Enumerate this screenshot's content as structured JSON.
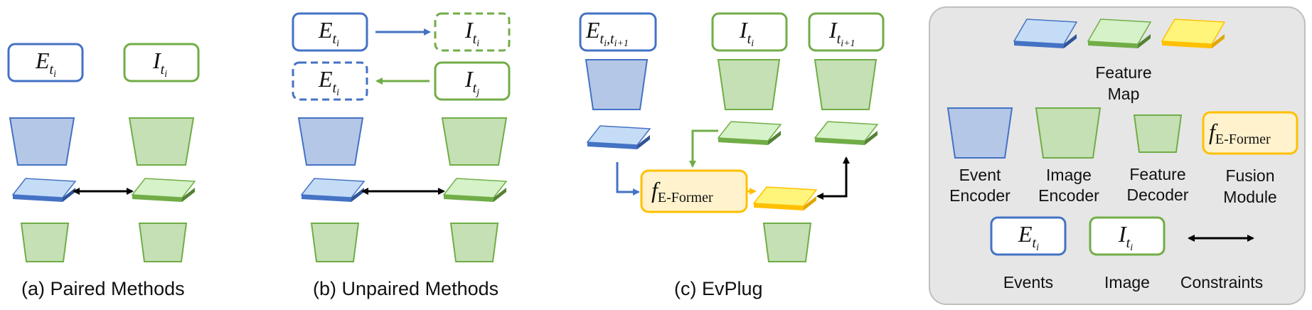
{
  "panels": {
    "a": {
      "caption": "(a) Paired Methods",
      "event_label": "E",
      "event_sub": "t",
      "event_subsub": "i",
      "image_label": "I",
      "image_sub": "t",
      "image_subsub": "i"
    },
    "b": {
      "caption": "(b) Unpaired Methods",
      "event_label": "E",
      "event_sub": "t",
      "event_subsub": "i",
      "image_label": "I",
      "image_sub": "t",
      "image_subsub": "i",
      "event2_label": "E",
      "event2_sub": "t",
      "event2_subsub": "i",
      "image2_label": "I",
      "image2_sub": "t",
      "image2_subsub": "j"
    },
    "c": {
      "caption": "(c) EvPlug",
      "event_label": "E",
      "event_sub": "t",
      "event_subsub1": "i",
      "event_comma": ",",
      "event_sub2": "t",
      "event_subsub2": "i+1",
      "image_label": "I",
      "image_sub": "t",
      "image_subsub": "i",
      "image2_label": "I",
      "image2_sub": "t",
      "image2_subsub": "i+1",
      "fusion_f": "f",
      "fusion_sub": "E-Former"
    }
  },
  "legend": {
    "feature_map": "Feature\nMap",
    "feature_map_l1": "Feature",
    "feature_map_l2": "Map",
    "event_encoder_l1": "Event",
    "event_encoder_l2": "Encoder",
    "image_encoder_l1": "Image",
    "image_encoder_l2": "Encoder",
    "feature_decoder_l1": "Feature",
    "feature_decoder_l2": "Decoder",
    "fusion_module_l1": "Fusion",
    "fusion_module_l2": "Module",
    "fusion_f": "f",
    "fusion_sub": "E-Former",
    "events_box": {
      "label": "E",
      "sub": "t",
      "subsub": "i"
    },
    "image_box": {
      "label": "I",
      "sub": "t",
      "subsub": "i"
    },
    "events": "Events",
    "image": "Image",
    "constraints": "Constraints"
  },
  "colors": {
    "blue": "#4472C4",
    "blue_fill": "#B4C7E7",
    "blue_map": "#C5DCF7",
    "green": "#70AD47",
    "green_fill": "#C5E0B4",
    "green_map": "#D5F2C8",
    "yellow": "#FFC000",
    "yellow_fill": "#FFF2CC",
    "yellow_map": "#FFF57A",
    "legend_bg": "#E6E6E6"
  }
}
